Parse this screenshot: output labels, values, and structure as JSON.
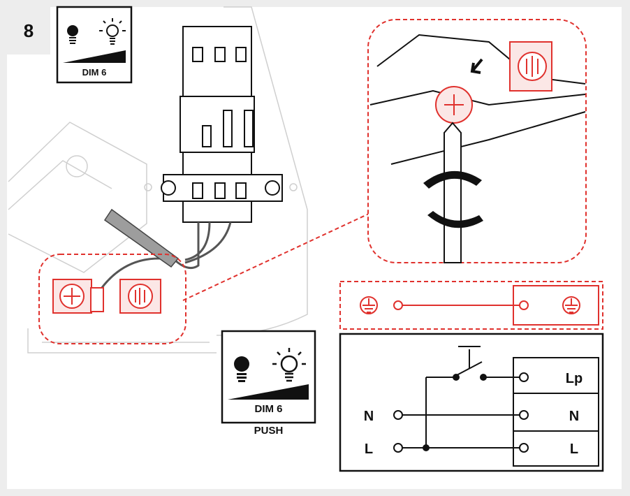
{
  "step": {
    "number": "8"
  },
  "dimmer_small": {
    "label": "DIM 6"
  },
  "dimmer_large": {
    "label": "DIM 6",
    "push_label": "PUSH"
  },
  "wiring": {
    "left_terminals": [
      "N",
      "L"
    ],
    "right_terminals": [
      "Lp",
      "N",
      "L"
    ]
  },
  "colors": {
    "accent": "#e0312d",
    "line": "#111111",
    "frame_bg": "#ededed"
  },
  "icons": [
    "bulb-off-icon",
    "bulb-on-icon",
    "ground-icon",
    "screwdriver-icon",
    "rotate-arrow-icon",
    "screw-terminal-icon"
  ]
}
